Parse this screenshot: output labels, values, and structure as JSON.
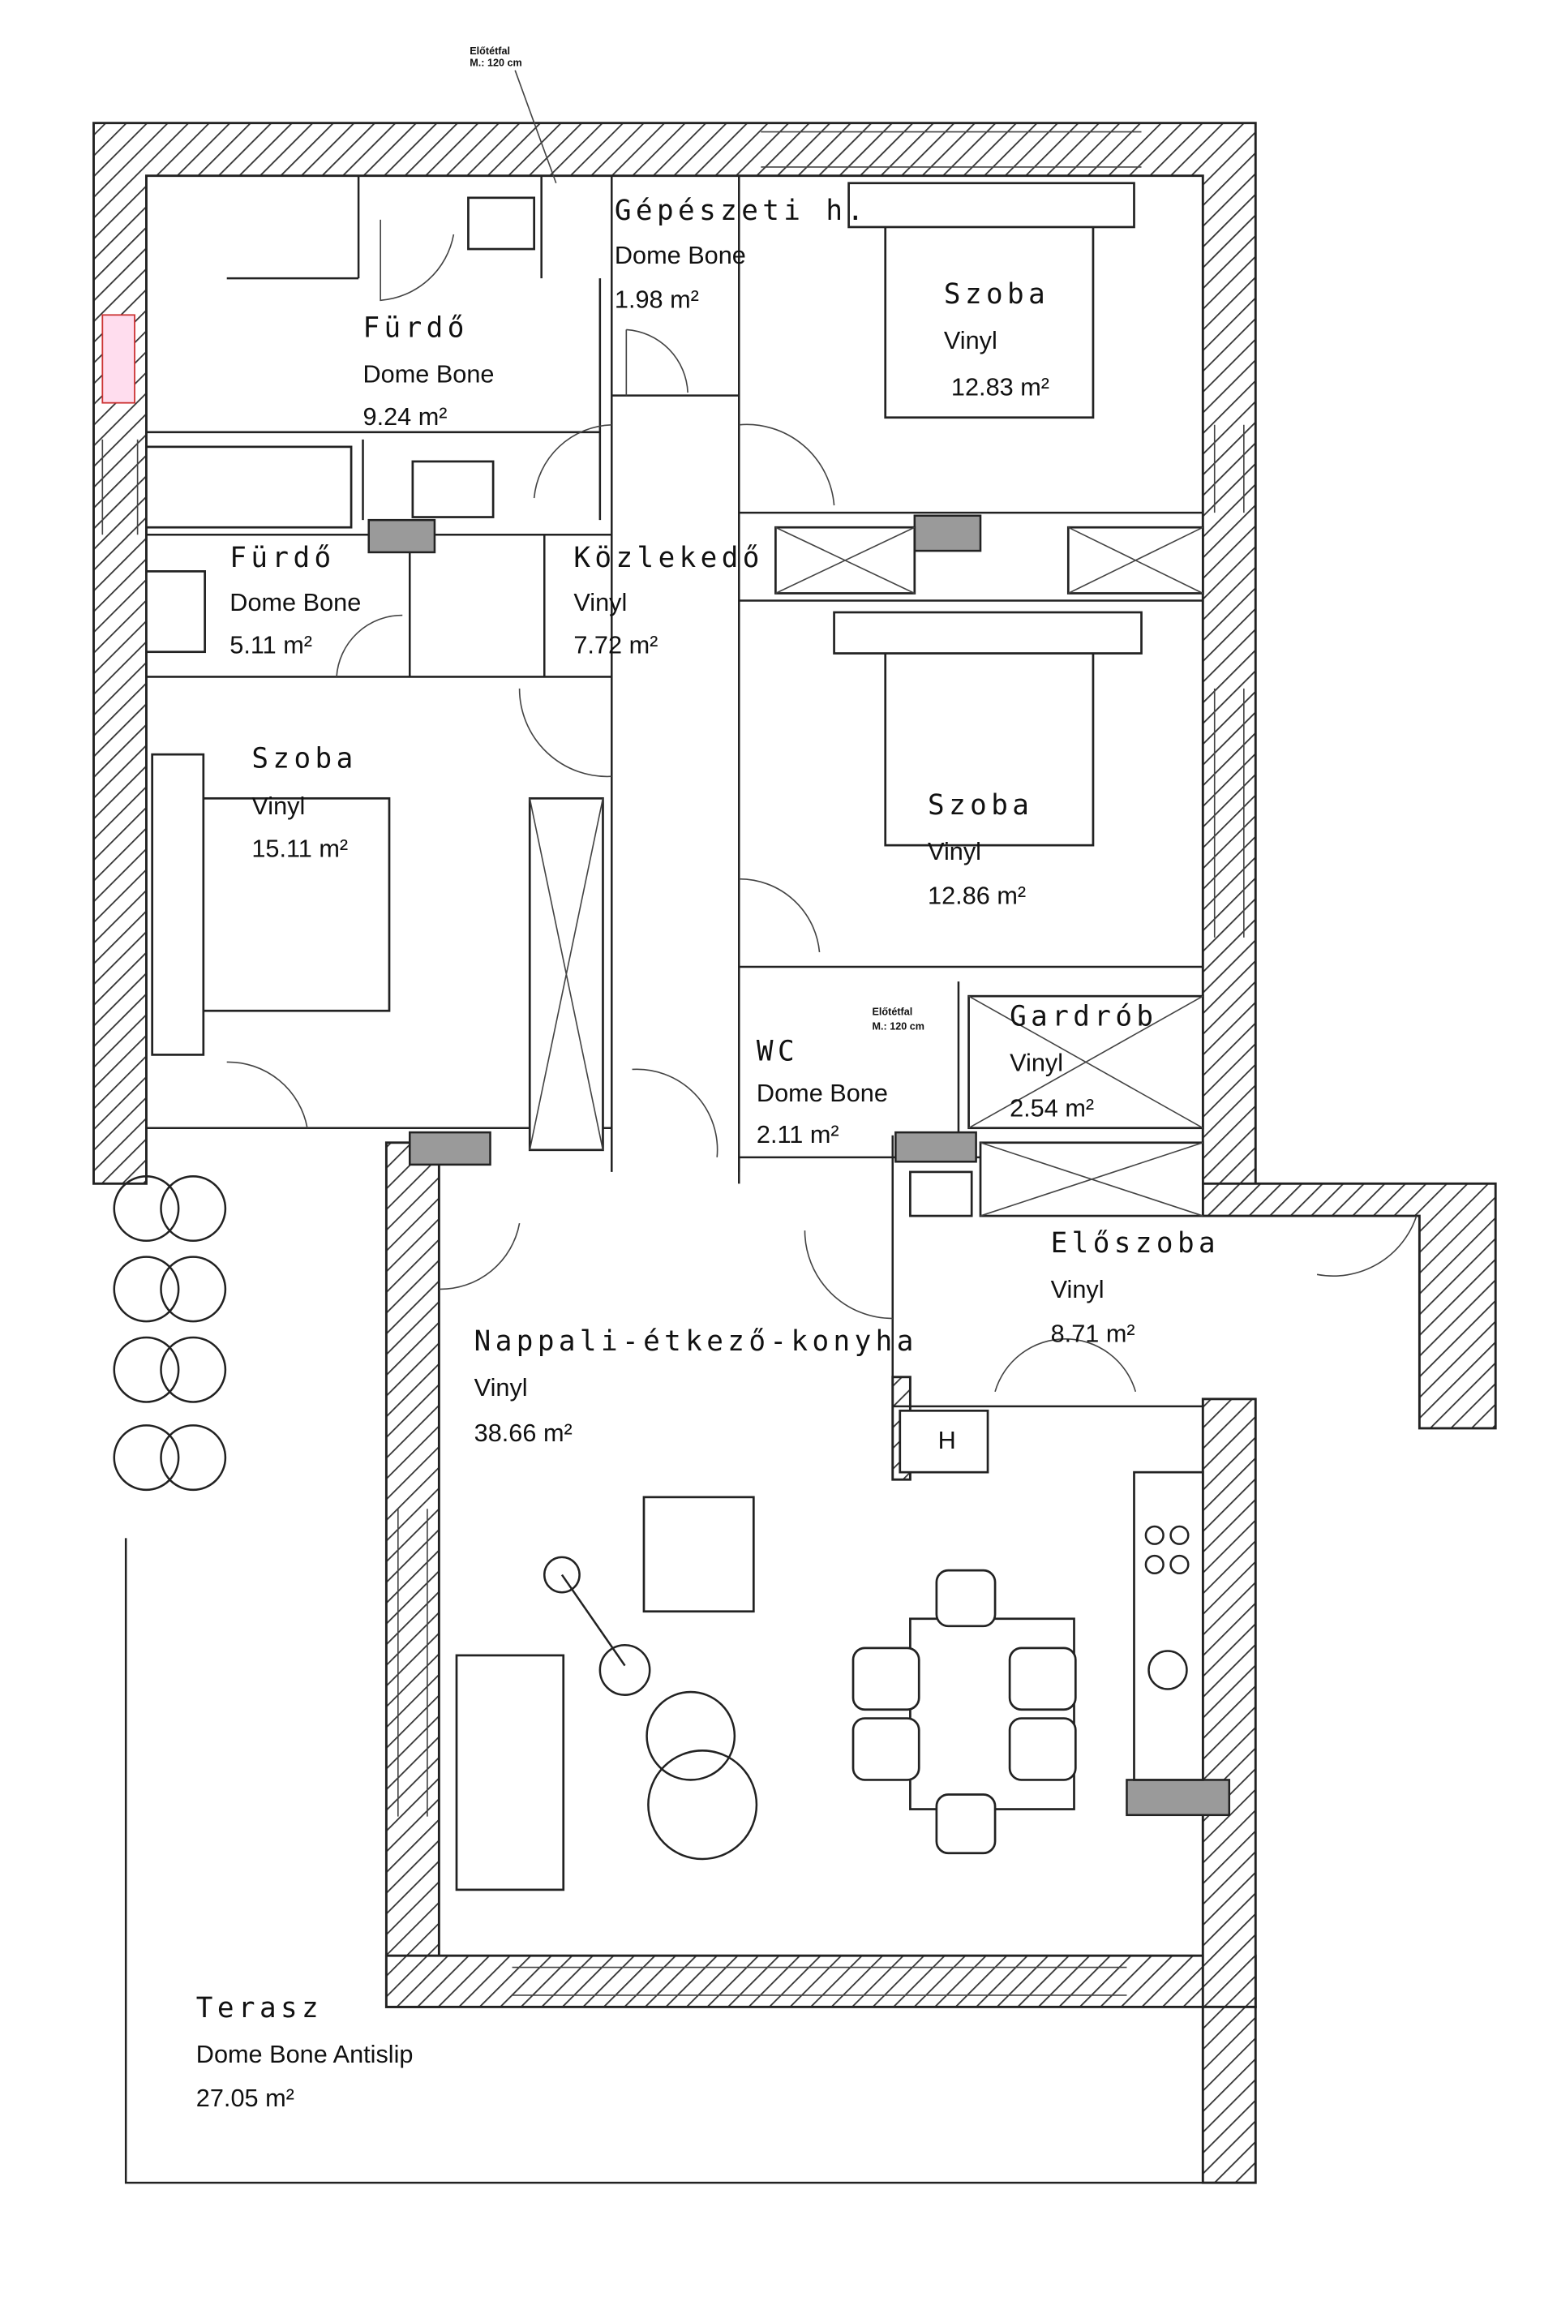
{
  "annotations": [
    {
      "line1": "Előtétfal",
      "line2": "M.: 120 cm"
    },
    {
      "line1": "Előtétfal",
      "line2": "M.: 120 cm"
    }
  ],
  "rooms": [
    {
      "name": "Gépészeti h.",
      "floor": "Dome Bone",
      "area": "1.98 m²"
    },
    {
      "name": "Fürdő",
      "floor": "Dome Bone",
      "area": "9.24 m²"
    },
    {
      "name": "Szoba",
      "floor": "Vinyl",
      "area": "12.83 m²"
    },
    {
      "name": "Fürdő",
      "floor": "Dome Bone",
      "area": "5.11 m²"
    },
    {
      "name": "Közlekedő",
      "floor": "Vinyl",
      "area": "7.72 m²"
    },
    {
      "name": "Szoba",
      "floor": "Vinyl",
      "area": "15.11 m²"
    },
    {
      "name": "Szoba",
      "floor": "Vinyl",
      "area": "12.86 m²"
    },
    {
      "name": "WC",
      "floor": "Dome Bone",
      "area": "2.11 m²"
    },
    {
      "name": "Gardrób",
      "floor": "Vinyl",
      "area": "2.54 m²"
    },
    {
      "name": "Előszoba",
      "floor": "Vinyl",
      "area": "8.71 m²"
    },
    {
      "name": "Nappali-étkező-konyha",
      "floor": "Vinyl",
      "area": "38.66 m²"
    },
    {
      "name": "Terasz",
      "floor": "Dome Bone Antislip",
      "area": "27.05 m²"
    }
  ],
  "fixtures": {
    "fridge_label": "H"
  }
}
